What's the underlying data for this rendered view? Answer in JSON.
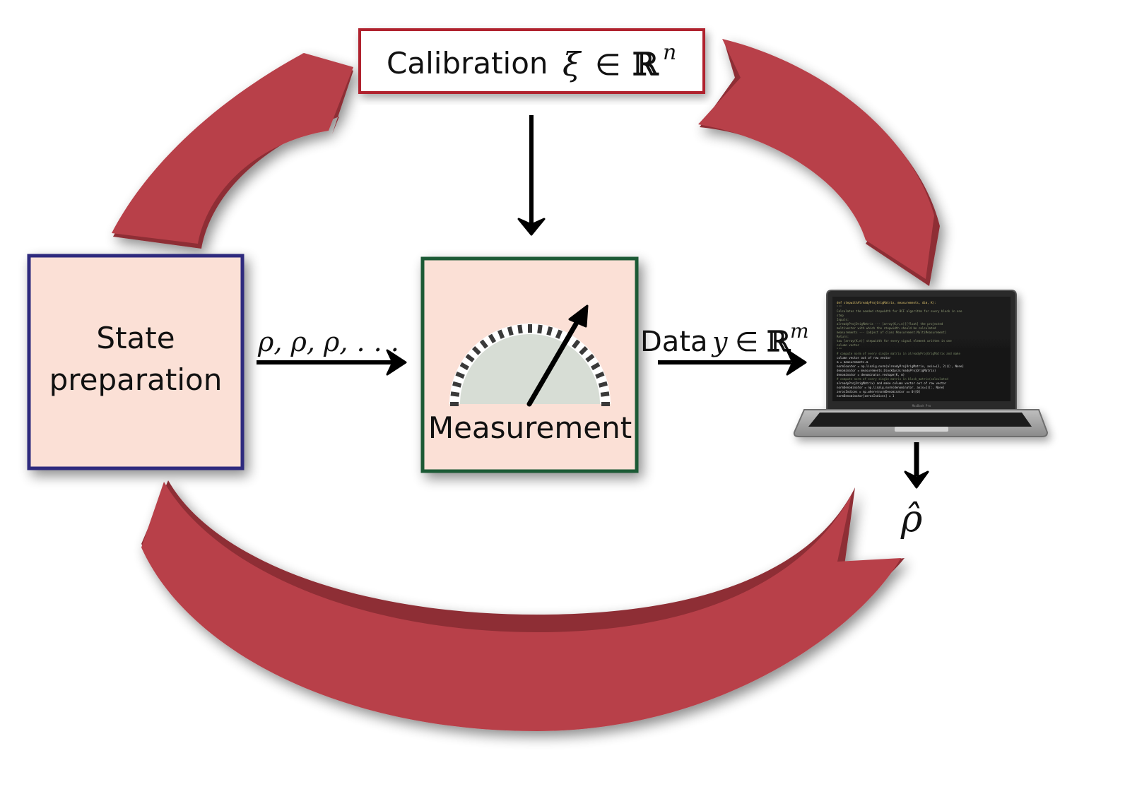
{
  "calibration": {
    "label": "Calibration",
    "symbol": "ξ",
    "in_symbol": "∈",
    "space": "ℝ",
    "exponent": "n",
    "border_color": "#b0202f"
  },
  "state_preparation": {
    "line1": "State",
    "line2": "preparation",
    "border_color": "#2e2a7e",
    "fill_color": "#fbe0d6"
  },
  "measurement": {
    "label": "Measurement",
    "border_color": "#1f5a35",
    "fill_color": "#fbe0d6"
  },
  "states_arrow": {
    "label": "ρ, ρ, ρ, . . ."
  },
  "data_arrow": {
    "word": "Data",
    "var": "y",
    "in_symbol": "∈",
    "space": "ℝ",
    "exponent": "m"
  },
  "estimate": {
    "symbol": "ρ̂"
  },
  "laptop": {
    "brand": "MacBook Pro",
    "code_lines": [
      "def stepwithAlreadyProjOrigMatrix, measurements, dim, K):",
      "    \"\"\"",
      "    Calculates the needed stepwidth for BCF algorithm for every block in one",
      "    step",
      "    Inputs:",
      "        alreadyProjOrigMatrix --- [array(K,n,n)][float] the projected",
      "            multivector with which the stepwidth should be calculated",
      "        measurements --- [object of class Measurement.MultiMeasurement]",
      "    Return:",
      "        tau [array(K,n)] stepwidth for every signal element written in one",
      "        column vector",
      "    \"\"\"",
      "    # compute norm of every single matrix in alreadyProjOrigMatrix and make",
      "    column vector out of row vector",
      "    m = measurements.m",
      "    normCounter = np.linalg.norm(alreadyProjOrigMatrix, axis=(1, 2))[:, None]",
      "    denominator = measurements.blockOp(alreadyProjOrigMatrix)",
      "    denominator = denominator.reshape(K, m)",
      "    # compute norm of every single matrix in block_matrix(calculated",
      "    alreadyProjOrigMatrix) and make column vector out of row vector",
      "    normDenominator = np.linalg.norm(denominator, axis=1)[:, None]",
      "    zerosIndices = np.where(normDenominator == 0)[0]",
      "    normDenominator[zerosIndices] = 1"
    ]
  },
  "colors": {
    "cycle_arrow": "#b8414a",
    "cycle_arrow_dark": "#8e2d35",
    "gauge_fill": "#d7ddd5",
    "gauge_tick": "#3a3a3a",
    "arrow": "#000000"
  },
  "icons": [
    "cycle-arrow",
    "gauge-icon",
    "laptop-icon"
  ]
}
